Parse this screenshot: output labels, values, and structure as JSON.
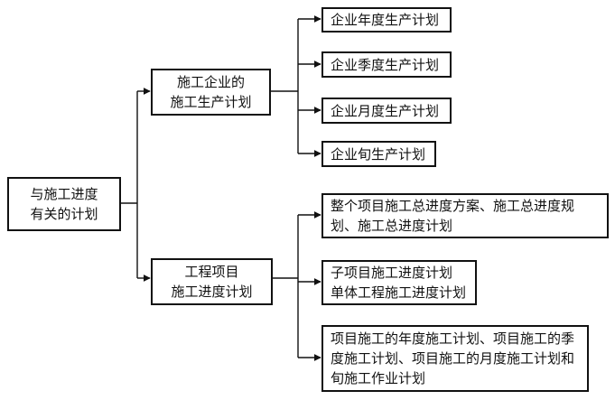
{
  "diagram": {
    "root": "与施工进度\n有关的计划",
    "branches": [
      {
        "label": "施工企业的\n施工生产计划",
        "children": [
          "企业年度生产计划",
          "企业季度生产计划",
          "企业月度生产计划",
          "企业旬生产计划"
        ]
      },
      {
        "label": "工程项目\n施工进度计划",
        "children": [
          "整个项目施工总进度方案、施工总进度规\n划、施工总进度计划",
          "子项目施工进度计划\n单体工程施工进度计划",
          "项目施工的年度施工计划、项目施工的季\n度施工计划、项目施工的月度施工计划和\n旬施工作业计划"
        ]
      }
    ]
  }
}
